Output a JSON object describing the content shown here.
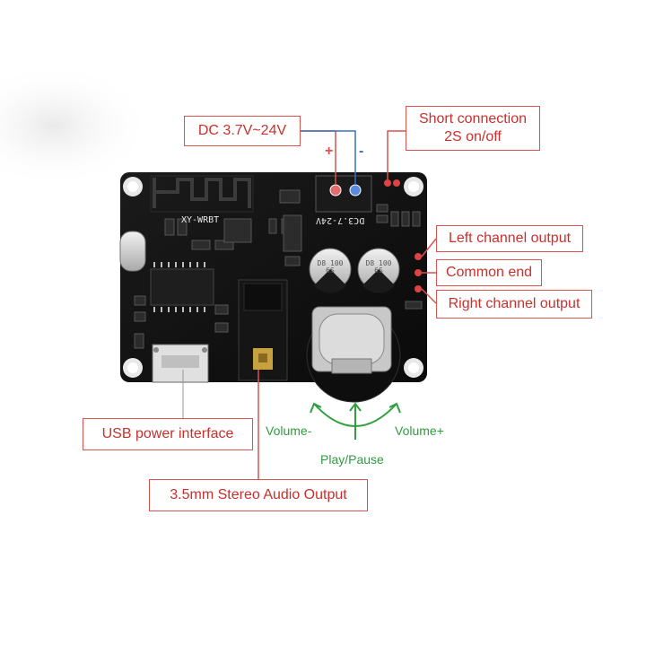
{
  "labels": {
    "dc_input": "DC 3.7V~24V",
    "short_connection_line1": "Short connection",
    "short_connection_line2": "2S on/off",
    "left_channel": "Left channel output",
    "common_end": "Common end",
    "right_channel": "Right channel output",
    "usb_power": "USB power interface",
    "audio_output": "3.5mm Stereo Audio Output",
    "volume_minus": "Volume-",
    "volume_plus": "Volume+",
    "play_pause": "Play/Pause"
  },
  "board": {
    "model_silkscreen": "XY-WRBT",
    "voltage_silkscreen": "DC3.7-24V",
    "polarity_plus": "+",
    "polarity_minus": "-",
    "capacitor_left_text": "D8 100 6S",
    "capacitor_right_text": "D8 100 6S"
  },
  "colors": {
    "callout_border": "#d9534f",
    "callout_text": "#c9302c",
    "arrow_green": "#2e9e3e",
    "board": "#111111",
    "leader_red": "#d9534f",
    "leader_blue": "#3a6fc4"
  }
}
